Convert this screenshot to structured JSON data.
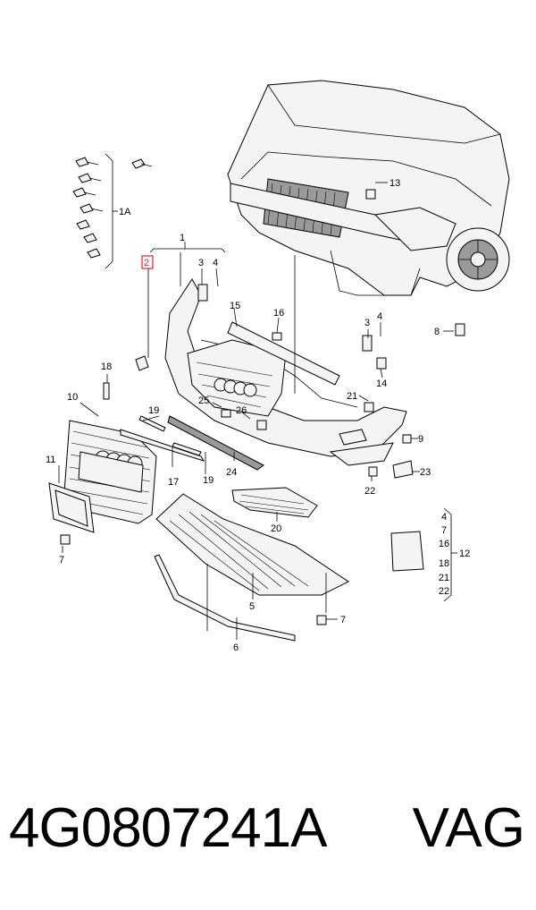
{
  "callouts": {
    "c1": "1",
    "c1a": "1A",
    "c2": "2",
    "c3a": "3",
    "c4a": "4",
    "c3b": "3",
    "c4b": "4",
    "c5": "5",
    "c6": "6",
    "c7a": "7",
    "c7b": "7",
    "c8": "8",
    "c9": "9",
    "c10": "10",
    "c11": "11",
    "c12": "12",
    "c13": "13",
    "c14": "14",
    "c15": "15",
    "c16": "16",
    "c17": "17",
    "c18": "18",
    "c19a": "19",
    "c19b": "19",
    "c20": "20",
    "c21": "21",
    "c22": "22",
    "c23": "23",
    "c24": "24",
    "c25": "25",
    "c26": "26"
  },
  "kit_list": [
    "4",
    "7",
    "16",
    "18",
    "21",
    "22"
  ],
  "footer": {
    "part_number": "4G0807241A",
    "brand": "VAG"
  },
  "highlight_color": "#d9262b"
}
